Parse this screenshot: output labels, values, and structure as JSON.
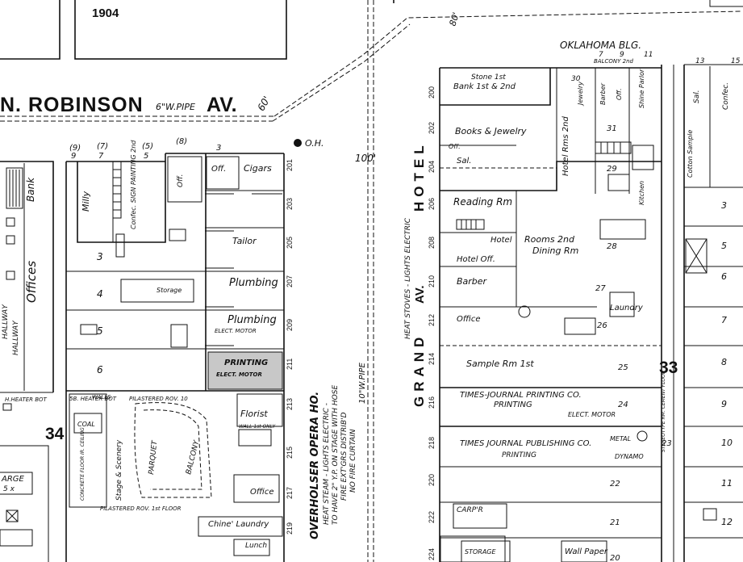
{
  "year_label": "1904",
  "streets": {
    "robinson": "N. ROBINSON",
    "robinson_av": "AV.",
    "robinson_pipe": "6\"W.PIPE",
    "robinson_width": "60'",
    "grand": "GRAND",
    "grand_av": "AV.",
    "hotel": "HOTEL",
    "grand_pipe": "10\"W.PIPE",
    "grand_width": "100'",
    "top_width": "80'"
  },
  "notes": {
    "oh": "O.H.",
    "grand_heat": "HEAT STOVES - LIGHTS ELECTRIC",
    "opera_title": "OVERHOLSER OPERA HO.",
    "opera_line1": "HEAT STEAM - LIGHTS ELECTRIC -",
    "opera_line2": "TO HAVE 2\" Y.P. ON STAGE WITH HOSE",
    "opera_line3": "FIRE EXT'GRS DISTRIB'D",
    "opera_line4": "NO FIRE CURTAIN"
  },
  "block_numbers": {
    "left": "34",
    "right": "33"
  },
  "west_block": {
    "labels": [
      "Bank",
      "Offices",
      "HALLWAY",
      "HALLWAY",
      "ARGE",
      "5 x"
    ],
    "heater": "H.HEATER BOT"
  },
  "robinson_block": {
    "lots": [
      "(9)",
      "(7)",
      "(5)",
      "(8)",
      "3",
      "9",
      "7",
      "5",
      "3",
      "4",
      "5",
      "6"
    ],
    "addresses": [
      "201",
      "203",
      "205",
      "207",
      "209",
      "211",
      "213",
      "215",
      "217",
      "219"
    ],
    "rooms": [
      "Milly",
      "Confec. SIGN PAINTING 2nd",
      "Off.",
      "Off.",
      "Cigars",
      "Tailor",
      "Plumbing",
      "Plumbing",
      "ELECT. MOTOR",
      "PRINTING",
      "ELECT. MOTOR",
      "Storage",
      "Florist",
      "Office",
      "Chine' Laundry",
      "Lunch"
    ],
    "opera": {
      "walls": "WALLS",
      "pilasters": "PILASTERED ROV. 1st FLOOR",
      "pilasters_top": "PILASTERED ROV. 10",
      "stage": "Stage & Scenery",
      "parquet": "PARQUET",
      "balcony": "BALCONY",
      "coal": "COAL",
      "heater": "5B. HEATER BOT",
      "ceiling": "CONCRETE FLOOR IR. CEILING",
      "wall_only": "WALL 1st ONLY"
    }
  },
  "grand_block": {
    "building": "OKLAHOMA BLG.",
    "balcony": "BALCONY 2nd",
    "addresses": [
      "200",
      "202",
      "204",
      "206",
      "208",
      "210",
      "212",
      "214",
      "216",
      "218",
      "220",
      "222",
      "224"
    ],
    "rooms": [
      "Stone 1st",
      "Bank 1st & 2nd",
      "Books & Jewelry",
      "Off.",
      "Sal.",
      "Hotel Rms 2nd",
      "Reading Rm",
      "Hotel",
      "Rooms 2nd",
      "Dining Rm",
      "Hotel Off.",
      "Barber",
      "Office",
      "Sample Rm 1st",
      "Laundry",
      "Kitchen",
      "TIMES-JOURNAL PRINTING CO.",
      "PRINTING",
      "ELECT. MOTOR",
      "TIMES JOURNAL PUBLISHING CO.",
      "PRINTING",
      "DYNAMO",
      "METAL",
      "CARP'R",
      "STORAGE",
      "Wall Paper",
      "Jewelry",
      "Barber",
      "Off.",
      "Shine Parlor",
      "Sal.",
      "Cotton Sample",
      "Confec.",
      "STEREOTYPE RM. CEMENT FLOOR"
    ],
    "lot_numbers": [
      "7",
      "9",
      "11",
      "30",
      "31",
      "29",
      "28",
      "27",
      "26",
      "25",
      "24",
      "23",
      "22",
      "21",
      "20"
    ]
  },
  "east_block": {
    "lots": [
      "13",
      "15",
      "3",
      "5",
      "6",
      "7",
      "8",
      "9",
      "10",
      "11",
      "12"
    ]
  }
}
